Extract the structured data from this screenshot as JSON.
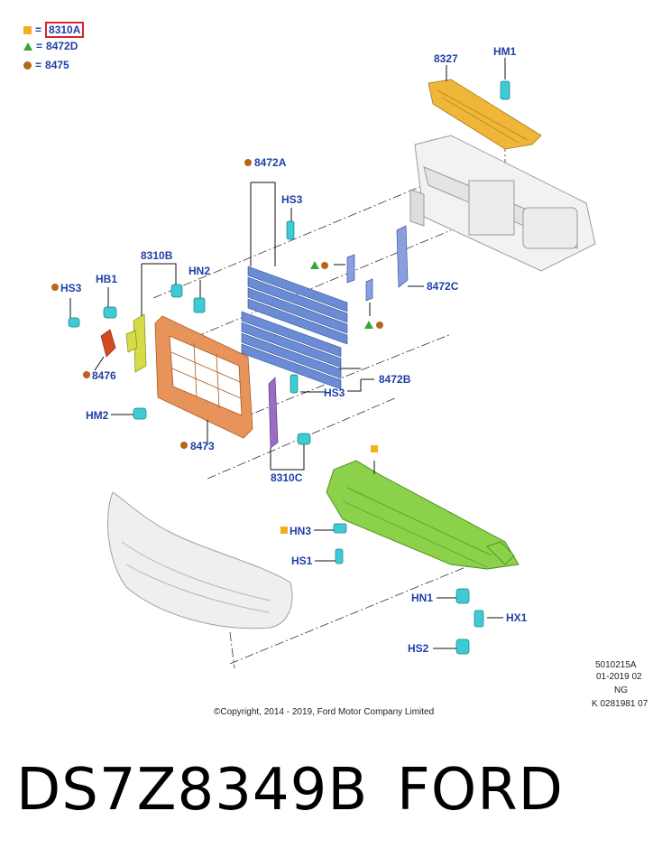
{
  "legend": [
    {
      "symbol": "square",
      "code": "8310A",
      "eq": "="
    },
    {
      "symbol": "triangle",
      "code": "8472D",
      "eq": "="
    },
    {
      "symbol": "dot",
      "code": "8475",
      "eq": "="
    }
  ],
  "callouts": {
    "c8327": "8327",
    "hm1": "HM1",
    "c8472a": "8472A",
    "hs3_top": "HS3",
    "c8310b": "8310B",
    "hb1": "HB1",
    "hn2": "HN2",
    "hs3_left": "HS3",
    "c8476": "8476",
    "hm2": "HM2",
    "c8473": "8473",
    "c8472c": "8472C",
    "c8472b": "8472B",
    "hs3_mid": "HS3",
    "c8310c": "8310C",
    "hn3": "HN3",
    "hs1": "HS1",
    "hn1": "HN1",
    "hx1": "HX1",
    "hs2": "HS2"
  },
  "meta": {
    "line1": "5010215A",
    "line2": "01-2019 02",
    "line3": "NG",
    "line4": "K 0281981 07"
  },
  "copyright": "©Copyright, 2014 - 2019, Ford Motor Company Limited",
  "part_number": "DS7Z8349B",
  "brand": "FORD",
  "colors": {
    "label_blue": "#1f3fa8",
    "square_orange": "#f2b01e",
    "triangle_green": "#3aa53a",
    "dot_brown": "#b8651a",
    "highlight_red": "#d9232d"
  }
}
